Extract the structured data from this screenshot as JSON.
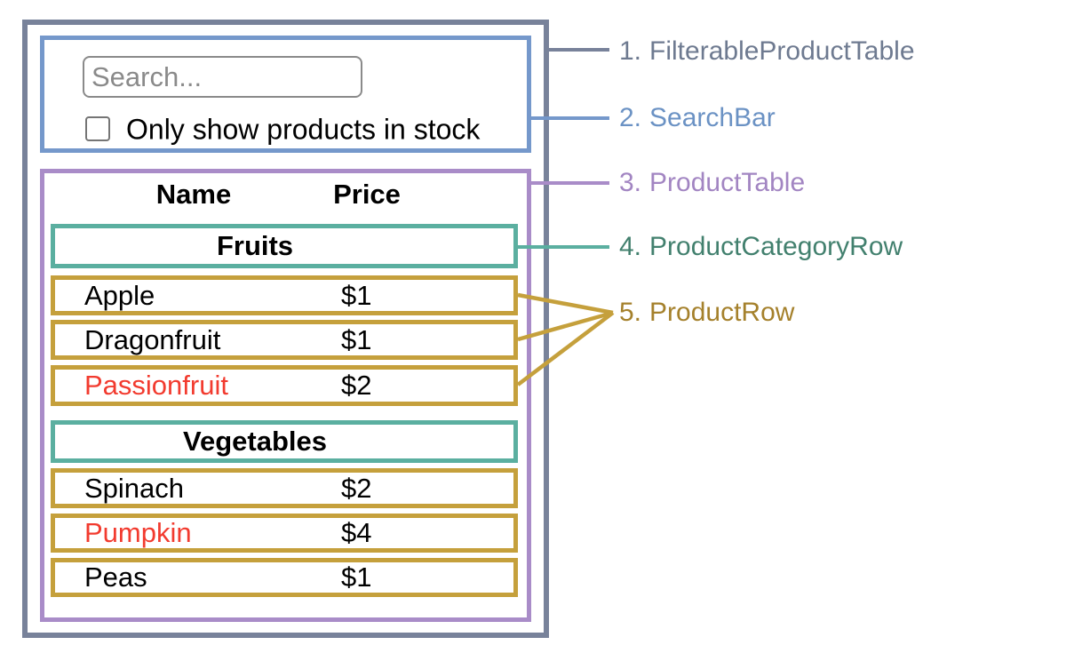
{
  "colors": {
    "frame_border": "#78829A",
    "searchbar_border": "#7598CB",
    "producttable_border": "#A98CC8",
    "category_border": "#5BAFA0",
    "productrow_border": "#C5A03C",
    "highlight_text": "#F23B2F",
    "label_1": "#6E7A90",
    "label_2": "#6B92C4",
    "label_3": "#A285C2",
    "label_4": "#42806E",
    "label_5": "#A5812C"
  },
  "search_bar": {
    "input_placeholder": "Search...",
    "checkbox_label": "Only show products in stock"
  },
  "table": {
    "header": {
      "name": "Name",
      "price": "Price"
    },
    "sections": [
      {
        "category": "Fruits",
        "rows": [
          {
            "name": "Apple",
            "price": "$1"
          },
          {
            "name": "Dragonfruit",
            "price": "$1"
          },
          {
            "name": "Passionfruit",
            "price": "$2",
            "highlighted": true
          }
        ]
      },
      {
        "category": "Vegetables",
        "rows": [
          {
            "name": "Spinach",
            "price": "$2"
          },
          {
            "name": "Pumpkin",
            "price": "$4",
            "highlighted": true
          },
          {
            "name": "Peas",
            "price": "$1"
          }
        ]
      }
    ]
  },
  "legend": {
    "items": [
      {
        "number": "1.",
        "label": "FilterableProductTable"
      },
      {
        "number": "2.",
        "label": "SearchBar"
      },
      {
        "number": "3.",
        "label": "ProductTable"
      },
      {
        "number": "4.",
        "label": "ProductCategoryRow"
      },
      {
        "number": "5.",
        "label": "ProductRow"
      }
    ]
  }
}
